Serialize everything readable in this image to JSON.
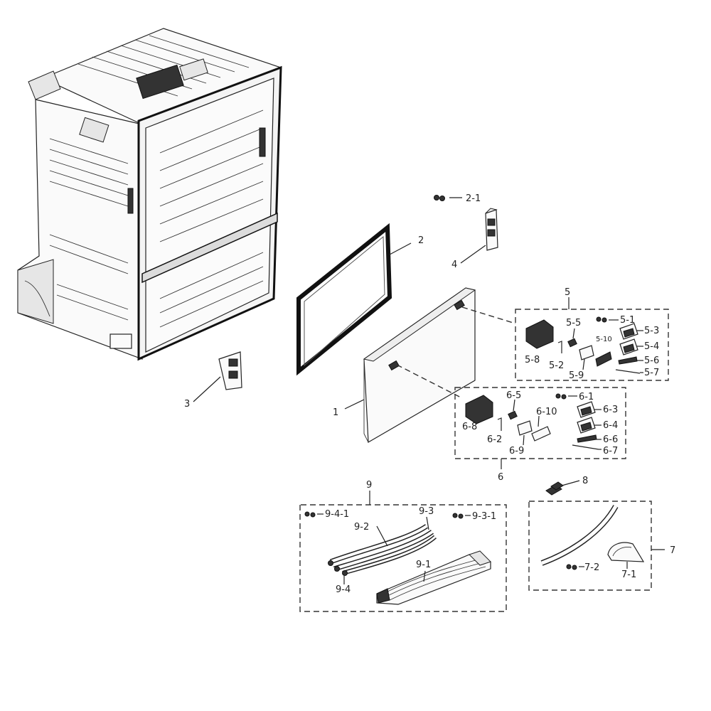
{
  "callouts": {
    "c1": "1",
    "c2": "2",
    "c2_1": "2-1",
    "c3": "3",
    "c4": "4",
    "c5": "5",
    "c5_1": "5-1",
    "c5_2": "5-2",
    "c5_3": "5-3",
    "c5_4": "5-4",
    "c5_5": "5-5",
    "c5_6": "5-6",
    "c5_7": "5-7",
    "c5_8": "5-8",
    "c5_9": "5-9",
    "c5_10": "5-10",
    "c6": "6",
    "c6_1": "6-1",
    "c6_2": "6-2",
    "c6_3": "6-3",
    "c6_4": "6-4",
    "c6_5": "6-5",
    "c6_6": "6-6",
    "c6_7": "6-7",
    "c6_8": "6-8",
    "c6_9": "6-9",
    "c6_10": "6-10",
    "c7": "7",
    "c7_1": "7-1",
    "c7_2": "7-2",
    "c8": "8",
    "c9": "9",
    "c9_1": "9-1",
    "c9_2": "9-2",
    "c9_3": "9-3",
    "c9_3_1": "9-3-1",
    "c9_4": "9-4",
    "c9_4_1": "9-4-1"
  }
}
